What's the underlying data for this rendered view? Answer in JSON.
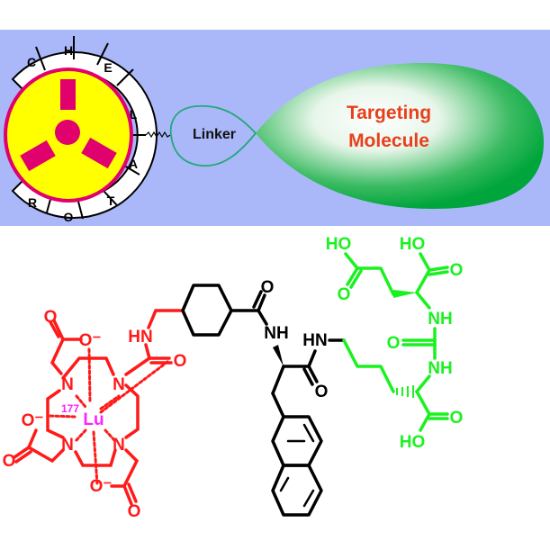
{
  "top_panel": {
    "chelator_letters": [
      "C",
      "H",
      "E",
      "L",
      "A",
      "T",
      "O",
      "R"
    ],
    "linker_label": "Linker",
    "targeting_line1": "Targeting",
    "targeting_line2": "Molecule",
    "colors": {
      "background": "#aab8fa",
      "core": "#ffff00",
      "accent": "#e0006e",
      "targeting": "#00a63c",
      "targeting_text": "#e8401c",
      "linker": "#22a878"
    }
  },
  "molecule": {
    "chelator_labels": [
      "O",
      "O⁻",
      "N",
      "N",
      "N",
      "N",
      "HN",
      "O",
      "O⁻",
      "O",
      "O⁻",
      "O"
    ],
    "metal": {
      "isotope": "177",
      "symbol": "Lu"
    },
    "linker_labels": [
      "O",
      "NH",
      "HN",
      "O"
    ],
    "binding_motif_labels": [
      "HO",
      "O",
      "HO",
      "O",
      "NH",
      "O",
      "NH",
      "O",
      "HO"
    ],
    "colors": {
      "chelator": "#ff1a1a",
      "metal": "#ff22ff",
      "linker": "#000000",
      "binding_motif": "#19f21f"
    }
  }
}
